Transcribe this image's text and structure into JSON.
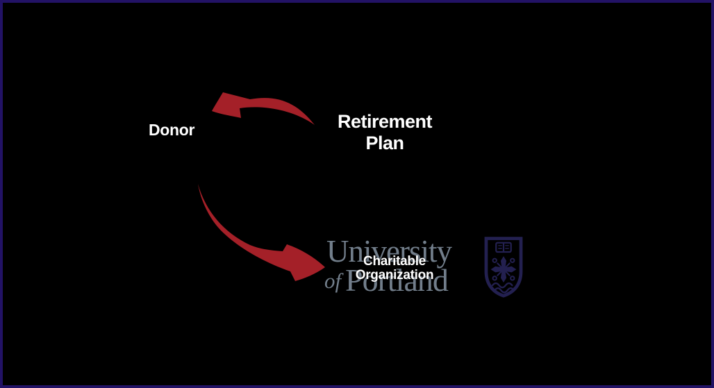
{
  "diagram": {
    "background_color": "#000000",
    "border_color": "#221265",
    "arrow_color": "#a42028",
    "label_color": "#ffffff",
    "nodes": {
      "donor": {
        "label": "Donor"
      },
      "retirement_plan": {
        "line1": "Retirement",
        "line2": "Plan"
      },
      "charitable_organization": {
        "line1": "Charitable",
        "line2": "Organization"
      }
    },
    "watermark": {
      "word1": "University",
      "word2": "of",
      "word3": "Portland",
      "text_color": "#727e8b",
      "crest_color": "#232050",
      "crest_icon": "university-of-portland-shield"
    }
  }
}
